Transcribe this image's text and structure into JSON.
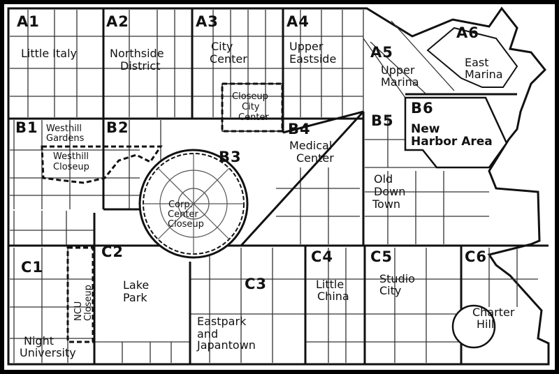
{
  "grid_labels": [
    "A1",
    "A2",
    "A3",
    "A4",
    "A5",
    "A6",
    "B1",
    "B2",
    "B3",
    "B4",
    "B5",
    "B6",
    "C1",
    "C2",
    "C3",
    "C4",
    "C5",
    "C6"
  ],
  "districts": {
    "little_italy": [
      "Little Italy"
    ],
    "northside": [
      "Northside",
      "District"
    ],
    "city_center": [
      "City",
      "Center"
    ],
    "upper_eastside": [
      "Upper",
      "Eastside"
    ],
    "upper_marina": [
      "Upper",
      "Marina"
    ],
    "east_marina": [
      "East",
      "Marina"
    ],
    "westhill_gardens": [
      "Westhill",
      "Gardens"
    ],
    "medical_center": [
      "Medical",
      "Center"
    ],
    "new_harbor": [
      "New",
      "Harbor Area"
    ],
    "old_downtown": [
      "Old",
      "Down",
      "Town"
    ],
    "lake_park": [
      "Lake",
      "Park"
    ],
    "eastpark": [
      "Eastpark",
      "and",
      "Japantown"
    ],
    "little_china": [
      "Little",
      "China"
    ],
    "studio_city": [
      "Studio",
      "City"
    ],
    "charter_hill": [
      "Charter",
      "Hill"
    ],
    "night_university": [
      "Night",
      "University"
    ]
  },
  "closeups": {
    "city_center": [
      "Closeup",
      "City",
      "Center"
    ],
    "westhill": [
      "Westhill",
      "Closeup"
    ],
    "corp_center": [
      "Corp.",
      "Center",
      "Closeup"
    ],
    "ncu": [
      "NCU",
      "Closeup"
    ]
  }
}
